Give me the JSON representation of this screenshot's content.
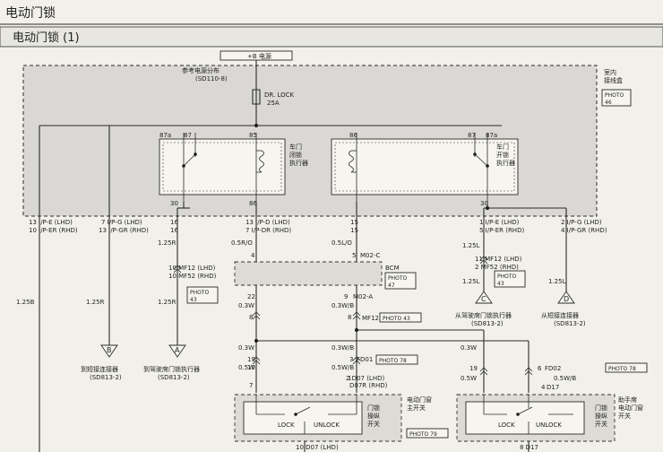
{
  "page": {
    "header": "电动门锁",
    "title": "电动门锁 (1)"
  },
  "power": {
    "label": "+B 电源",
    "ref": "参考电源分布",
    "ref_code": "(SD110-8)",
    "fuse_name": "DR. LOCK",
    "fuse_rating": "25A",
    "junction_box": "室内\n接线盒"
  },
  "relays": {
    "close": {
      "label": "车门\n闭锁\n执行器"
    },
    "open": {
      "label": "车门\n开锁\n执行器"
    }
  },
  "pins": [
    "87a",
    "87",
    "85",
    "86",
    "87",
    "87a",
    "30",
    "86",
    "30"
  ],
  "wire_labels": {
    "c1": [
      "13 I/P-E (LHD)",
      "10 I/P-ER (RHD)"
    ],
    "c2": [
      "7 I/P-G (LHD)",
      "13 I/P-GR (RHD)"
    ],
    "c3": [
      "16",
      "16"
    ],
    "c4": [
      "13 I/P-D (LHD)",
      "7 I/P-DR (RHD)"
    ],
    "c5": [
      "15",
      "15"
    ],
    "c6": [
      "1 I/P-E (LHD)",
      "5 I/P-ER (RHD)"
    ],
    "c7": [
      "2 I/P-G (LHD)",
      "4 I/P-GR (RHD)"
    ],
    "w1": "1.25B",
    "w2": "1.25R",
    "w3": "1.25R",
    "w4": "0.5R/O",
    "w5": "0.5L/O",
    "w6": "1.25L",
    "w7": "1.25L",
    "w8": "1.25L",
    "m02c": "M02-C",
    "pin4": "4",
    "pin5": "5",
    "mf12a": [
      "10 MF12 (LHD)",
      "10 MF52 (RHD)"
    ],
    "mf12b": [
      "11 MF12 (LHD)",
      "2 MF52 (RHD)"
    ],
    "bcm": "BCM",
    "m02a": "M02-A",
    "p22": "22",
    "p9": "9",
    "w9": "0.3W",
    "w10": "0.3W/B",
    "p8": "8",
    "p8b": "8",
    "mf12": "MF12",
    "w11": "0.3W",
    "w12": "0.3W/B",
    "w13": "0.3W",
    "p19": "19",
    "p3": "3",
    "fd01": "FD01",
    "p10": "10",
    "w14": "0.5W",
    "w15": "0.5W/B",
    "d07": [
      "2 D07 (LHD)",
      "D07R (RHD)"
    ],
    "p7": "7",
    "p1": "1",
    "p19b": "19",
    "p6": "6",
    "fd02": "FD02",
    "w16": "0.5W",
    "w17": "0.5W/B",
    "p4": "4",
    "d17": "D17",
    "bot1": "10 D07 (LHD)",
    "bot2": "8 D17"
  },
  "photos": [
    "PHOTO\n46",
    "PHOTO\n43",
    "PHOTO\n47",
    "PHOTO\n43",
    "PHOTO 43",
    "PHOTO 78",
    "PHOTO 79",
    "PHOTO 78"
  ],
  "connectors": {
    "B": {
      "letter": "B",
      "caption": "到短接连接器",
      "code": "(SD813-2)"
    },
    "A": {
      "letter": "A",
      "caption": "到驾驶席门锁执行器",
      "code": "(SD813-2)"
    },
    "C": {
      "letter": "C",
      "caption": "从驾驶席门锁执行器",
      "code": "(SD813-2)"
    },
    "D": {
      "letter": "D",
      "caption": "从短接连接器",
      "code": "(SD813-2)"
    }
  },
  "switches": {
    "driver": {
      "lock": "LOCK",
      "unlock": "UNLOCK",
      "label": "门锁\n操纵\n开关",
      "side_label": "电动门窗\n主开关"
    },
    "passenger": {
      "lock": "LOCK",
      "unlock": "UNLOCK",
      "label": "门锁\n操纵\n开关",
      "side_label": "助手席\n电动门窗\n开关"
    }
  }
}
